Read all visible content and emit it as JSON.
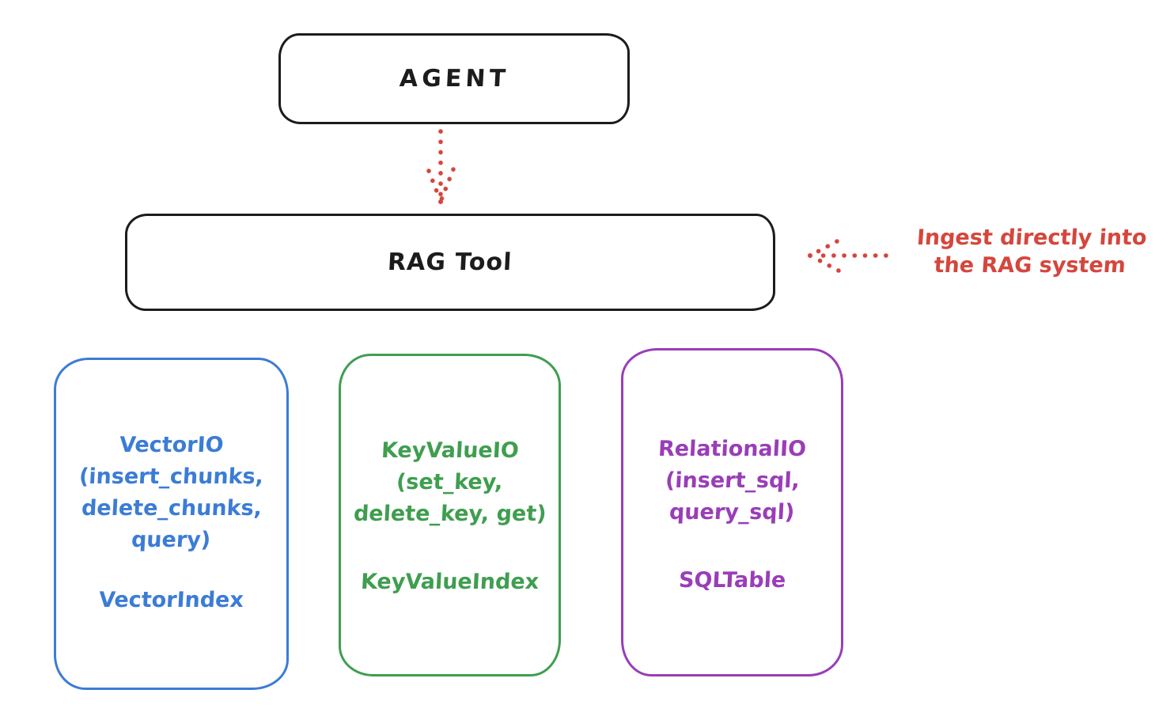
{
  "diagram": {
    "agent": {
      "label": "AGENT"
    },
    "rag_tool": {
      "label": "RAG Tool"
    },
    "annotation": {
      "line1": "Ingest directly into",
      "line2": "the RAG system"
    },
    "backends": [
      {
        "id": "vector-io",
        "lines": [
          "VectorIO",
          "(insert_chunks,",
          "delete_chunks,",
          "query)"
        ],
        "footer": "VectorIndex",
        "color": "#3b7cd6"
      },
      {
        "id": "keyvalue-io",
        "lines": [
          "KeyValueIO",
          "(set_key,",
          "delete_key, get)"
        ],
        "footer": "KeyValueIndex",
        "color": "#3f9e4f"
      },
      {
        "id": "relational-io",
        "lines": [
          "RelationalIO",
          "(insert_sql,",
          "query_sql)"
        ],
        "footer": "SQLTable",
        "color": "#9a3db8"
      }
    ],
    "colors": {
      "ink": "#1c1c1c",
      "arrow_red": "#d5463c",
      "background": "#ffffff"
    }
  }
}
